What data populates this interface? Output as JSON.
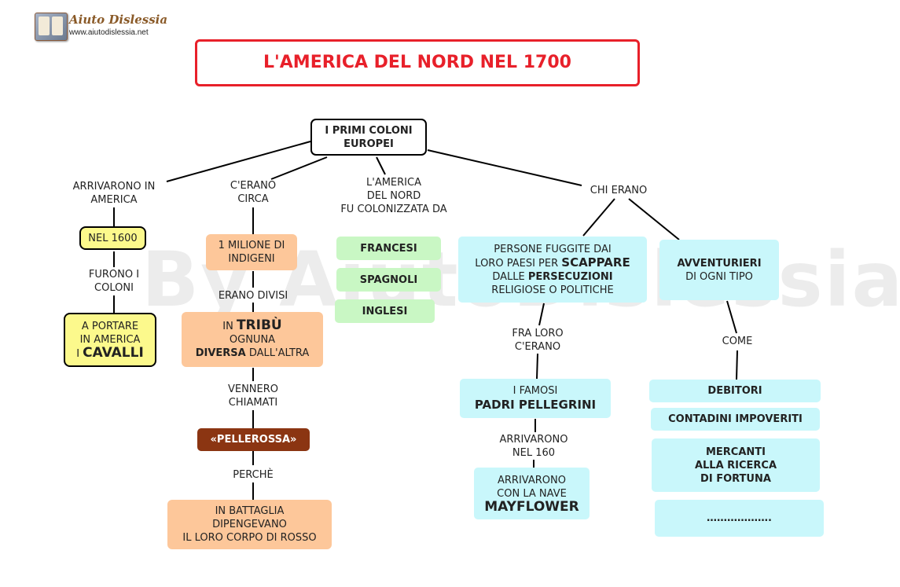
{
  "logo": {
    "name": "Aiuto Dislessia",
    "url": "www.aiutodislessia.net"
  },
  "title": "L'AMERICA DEL NORD NEL 1700",
  "watermark": "By AiutoDislessia.net",
  "root": [
    "I PRIMI COLONI",
    "EUROPEI"
  ],
  "branch1": {
    "label": [
      "ARRIVARONO IN",
      "AMERICA"
    ],
    "node": "NEL 1600",
    "label2": [
      "FURONO I",
      "COLONI"
    ],
    "node2": [
      "A PORTARE",
      "IN AMERICA",
      "I",
      "CAVALLI"
    ]
  },
  "branch2": {
    "label": [
      "C'ERANO",
      "CIRCA"
    ],
    "node": [
      "1 MILIONE DI",
      "INDIGENI"
    ],
    "label2": "ERANO DIVISI",
    "node2": [
      "IN",
      "TRIBÙ",
      "OGNUNA",
      "DIVERSA",
      "DALL'ALTRA"
    ],
    "label3": [
      "VENNERO",
      "CHIAMATI"
    ],
    "node3": "«PELLEROSSA»",
    "label4": "PERCHÈ",
    "node4": [
      "IN BATTAGLIA",
      "DIPENGEVANO",
      "IL LORO CORPO DI ROSSO"
    ]
  },
  "branch3": {
    "label": [
      "L'AMERICA",
      "DEL NORD",
      "FU COLONIZZATA DA"
    ],
    "items": [
      "FRANCESI",
      "SPAGNOLI",
      "INGLESI"
    ]
  },
  "branch4": {
    "label": "CHI ERANO",
    "node_a": [
      "PERSONE FUGGITE DAI",
      "LORO PAESI PER",
      "SCAPPARE",
      "DALLE",
      "PERSECUZIONI",
      "RELIGIOSE O POLITICHE"
    ],
    "label_a": [
      "FRA LORO",
      "C'ERANO"
    ],
    "node_a2": [
      "I FAMOSI",
      "PADRI PELLEGRINI"
    ],
    "label_a2": [
      "ARRIVARONO",
      "NEL 160"
    ],
    "node_a3": [
      "ARRIVARONO",
      "CON LA NAVE",
      "MAYFLOWER"
    ],
    "node_b": [
      "AVVENTURIERI",
      "DI OGNI TIPO"
    ],
    "label_b": "COME",
    "list_b": [
      "DEBITORI",
      "CONTADINI IMPOVERITI",
      "MERCANTI",
      "ALLA RICERCA",
      "DI FORTUNA",
      "………………."
    ]
  },
  "colors": {
    "title_red": "#e8202a",
    "pellerossa_bg": "#8b3512",
    "yellow": "#fcf98c",
    "peach": "#fdc79a",
    "green": "#c9f7c4",
    "cyan": "#c9f7fb"
  }
}
